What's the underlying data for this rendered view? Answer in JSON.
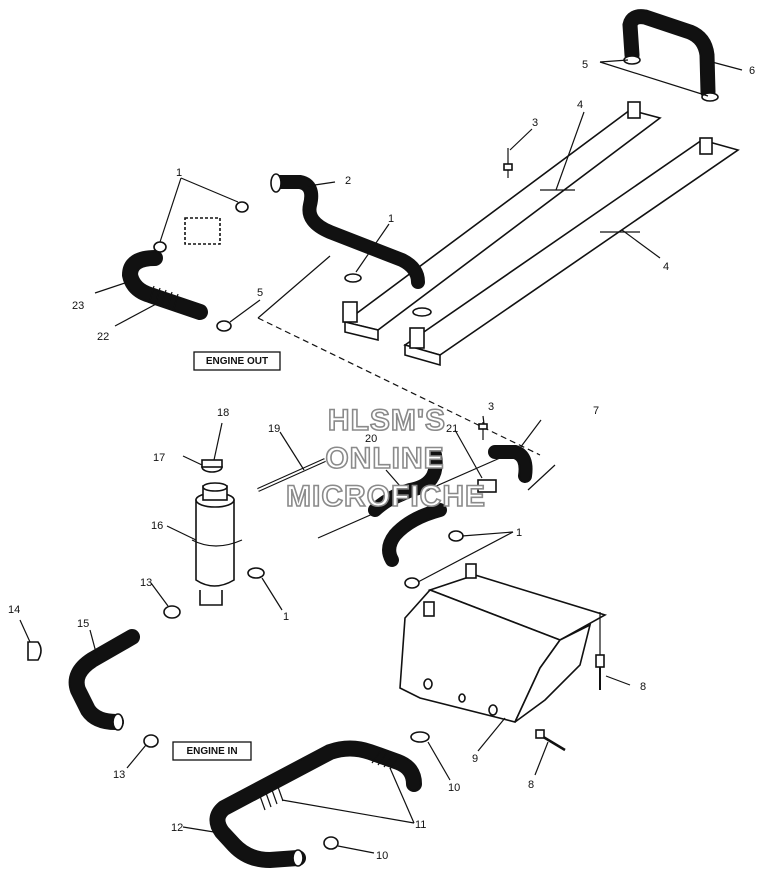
{
  "tags": {
    "engine_out": "ENGINE OUT",
    "engine_in": "ENGINE IN"
  },
  "watermark": [
    "HLSM'S",
    "ONLINE",
    "MICROFICHE"
  ],
  "callouts": {
    "c1a": "1",
    "c1b": "1",
    "c1c": "1",
    "c1d": "1",
    "c2": "2",
    "c3a": "3",
    "c3b": "3",
    "c4a": "4",
    "c4b": "4",
    "c5a": "5",
    "c5b": "5",
    "c6": "6",
    "c7": "7",
    "c8a": "8",
    "c8b": "8",
    "c9": "9",
    "c10a": "10",
    "c10b": "10",
    "c11": "11",
    "c12": "12",
    "c13a": "13",
    "c13b": "13",
    "c14": "14",
    "c15": "15",
    "c16": "16",
    "c17": "17",
    "c18": "18",
    "c19": "19",
    "c20": "20",
    "c21": "21",
    "c22": "22",
    "c23": "23"
  },
  "colors": {
    "ink": "#111111",
    "paper": "#ffffff",
    "watermark_outline": "#8a8a8a"
  }
}
